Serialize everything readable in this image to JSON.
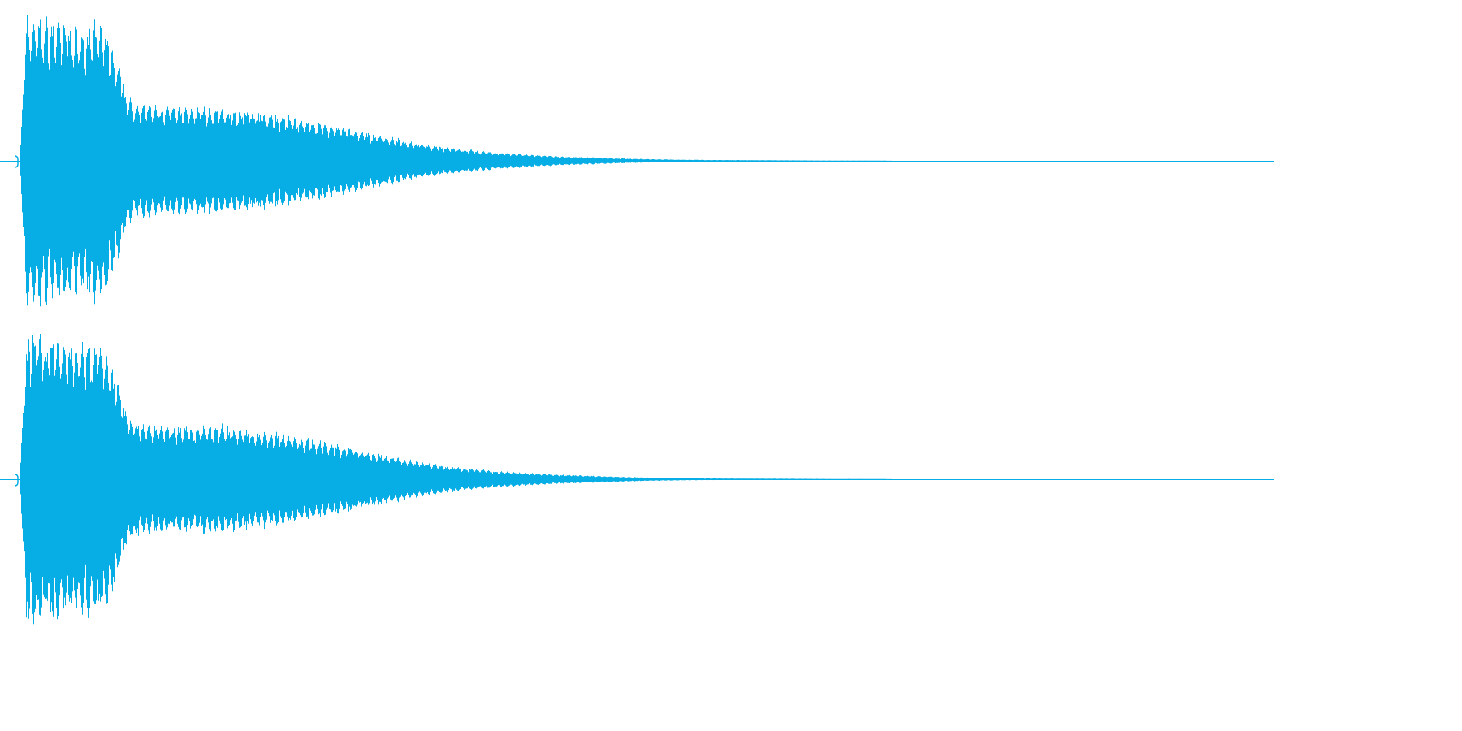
{
  "colors": {
    "background": "#ffffff",
    "waveform": "#06aee5"
  },
  "chart_data": {
    "type": "area",
    "description_of_axes": "",
    "title": "",
    "xlabel": "",
    "ylabel": "",
    "grid": false,
    "legend": "none",
    "xlim": [
      0,
      1
    ],
    "ylim": [
      -1,
      1
    ],
    "channels": [
      {
        "x": [
          0.0,
          0.005,
          0.015,
          0.03,
          0.05,
          0.068,
          0.072,
          0.08,
          0.085,
          0.09,
          0.1,
          0.125,
          0.15,
          0.175,
          0.2,
          0.225,
          0.25,
          0.275,
          0.3,
          0.325,
          0.35,
          0.375,
          0.4,
          0.425,
          0.45,
          0.475,
          0.5,
          0.525,
          0.55,
          0.575,
          0.6,
          0.625,
          0.65,
          0.675,
          0.69,
          0.7,
          1.0
        ],
        "envelope": [
          0.0,
          0.97,
          0.96,
          0.95,
          0.9,
          0.94,
          0.78,
          0.62,
          0.45,
          0.4,
          0.38,
          0.36,
          0.36,
          0.35,
          0.32,
          0.28,
          0.24,
          0.19,
          0.15,
          0.11,
          0.08,
          0.06,
          0.045,
          0.033,
          0.025,
          0.018,
          0.012,
          0.008,
          0.006,
          0.005,
          0.004,
          0.003,
          0.002,
          0.002,
          0.001,
          0.0,
          0.0
        ]
      },
      {
        "x": [
          0.0,
          0.005,
          0.015,
          0.03,
          0.05,
          0.068,
          0.072,
          0.08,
          0.085,
          0.09,
          0.1,
          0.125,
          0.15,
          0.175,
          0.2,
          0.225,
          0.25,
          0.275,
          0.3,
          0.325,
          0.35,
          0.375,
          0.4,
          0.425,
          0.45,
          0.475,
          0.5,
          0.525,
          0.55,
          0.575,
          0.6,
          0.625,
          0.65,
          0.675,
          0.69,
          0.7,
          1.0
        ],
        "envelope": [
          0.0,
          0.97,
          0.96,
          0.95,
          0.9,
          0.94,
          0.78,
          0.62,
          0.45,
          0.4,
          0.38,
          0.36,
          0.36,
          0.35,
          0.32,
          0.28,
          0.24,
          0.19,
          0.15,
          0.11,
          0.08,
          0.06,
          0.045,
          0.033,
          0.025,
          0.018,
          0.012,
          0.008,
          0.006,
          0.005,
          0.004,
          0.003,
          0.002,
          0.002,
          0.001,
          0.0,
          0.0
        ]
      }
    ]
  }
}
